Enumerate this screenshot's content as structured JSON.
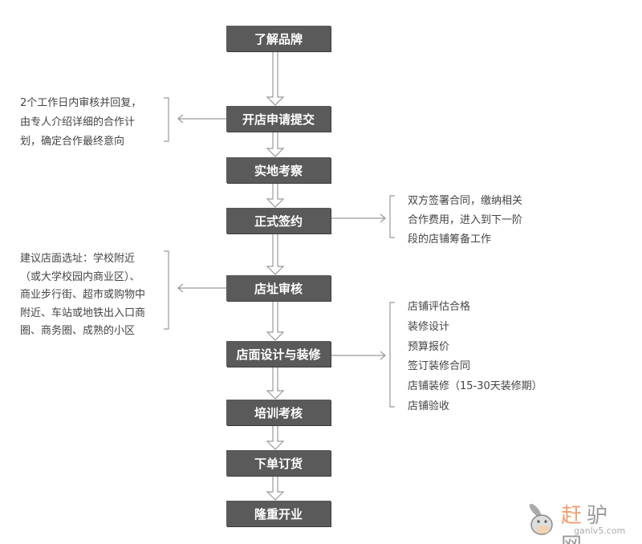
{
  "steps": [
    "了解品牌",
    "开店申请提交",
    "实地考察",
    "正式签约",
    "店址审核",
    "店面设计与装修",
    "培训考核",
    "下单订货",
    "隆重开业"
  ],
  "notes": {
    "application": [
      "2个工作日内审核并回复，",
      "由专人介绍详细的合作计",
      "划，确定合作最终意向"
    ],
    "signing": [
      "双方签署合同，缴纳相关",
      "合作费用，进入到下一阶",
      "段的店铺筹备工作"
    ],
    "site_review": [
      "建议店面选址：学校附近",
      "（或大学校园内商业区）、",
      "商业步行街、超市或购物中",
      "附近、车站或地铁出入口商",
      "圈、商务圈、成熟的小区"
    ],
    "design": [
      "店铺评估合格",
      "装修设计",
      "预算报价",
      "签订装修合同",
      "店铺装修（15-30天装修期）",
      "店铺验收"
    ]
  },
  "watermark": {
    "name_part1": "赶",
    "name_part2": "驴网",
    "url": "ganlv5.com"
  },
  "colors": {
    "box": "#5a5a5a",
    "text": "#444444",
    "arrow": "#999999"
  }
}
